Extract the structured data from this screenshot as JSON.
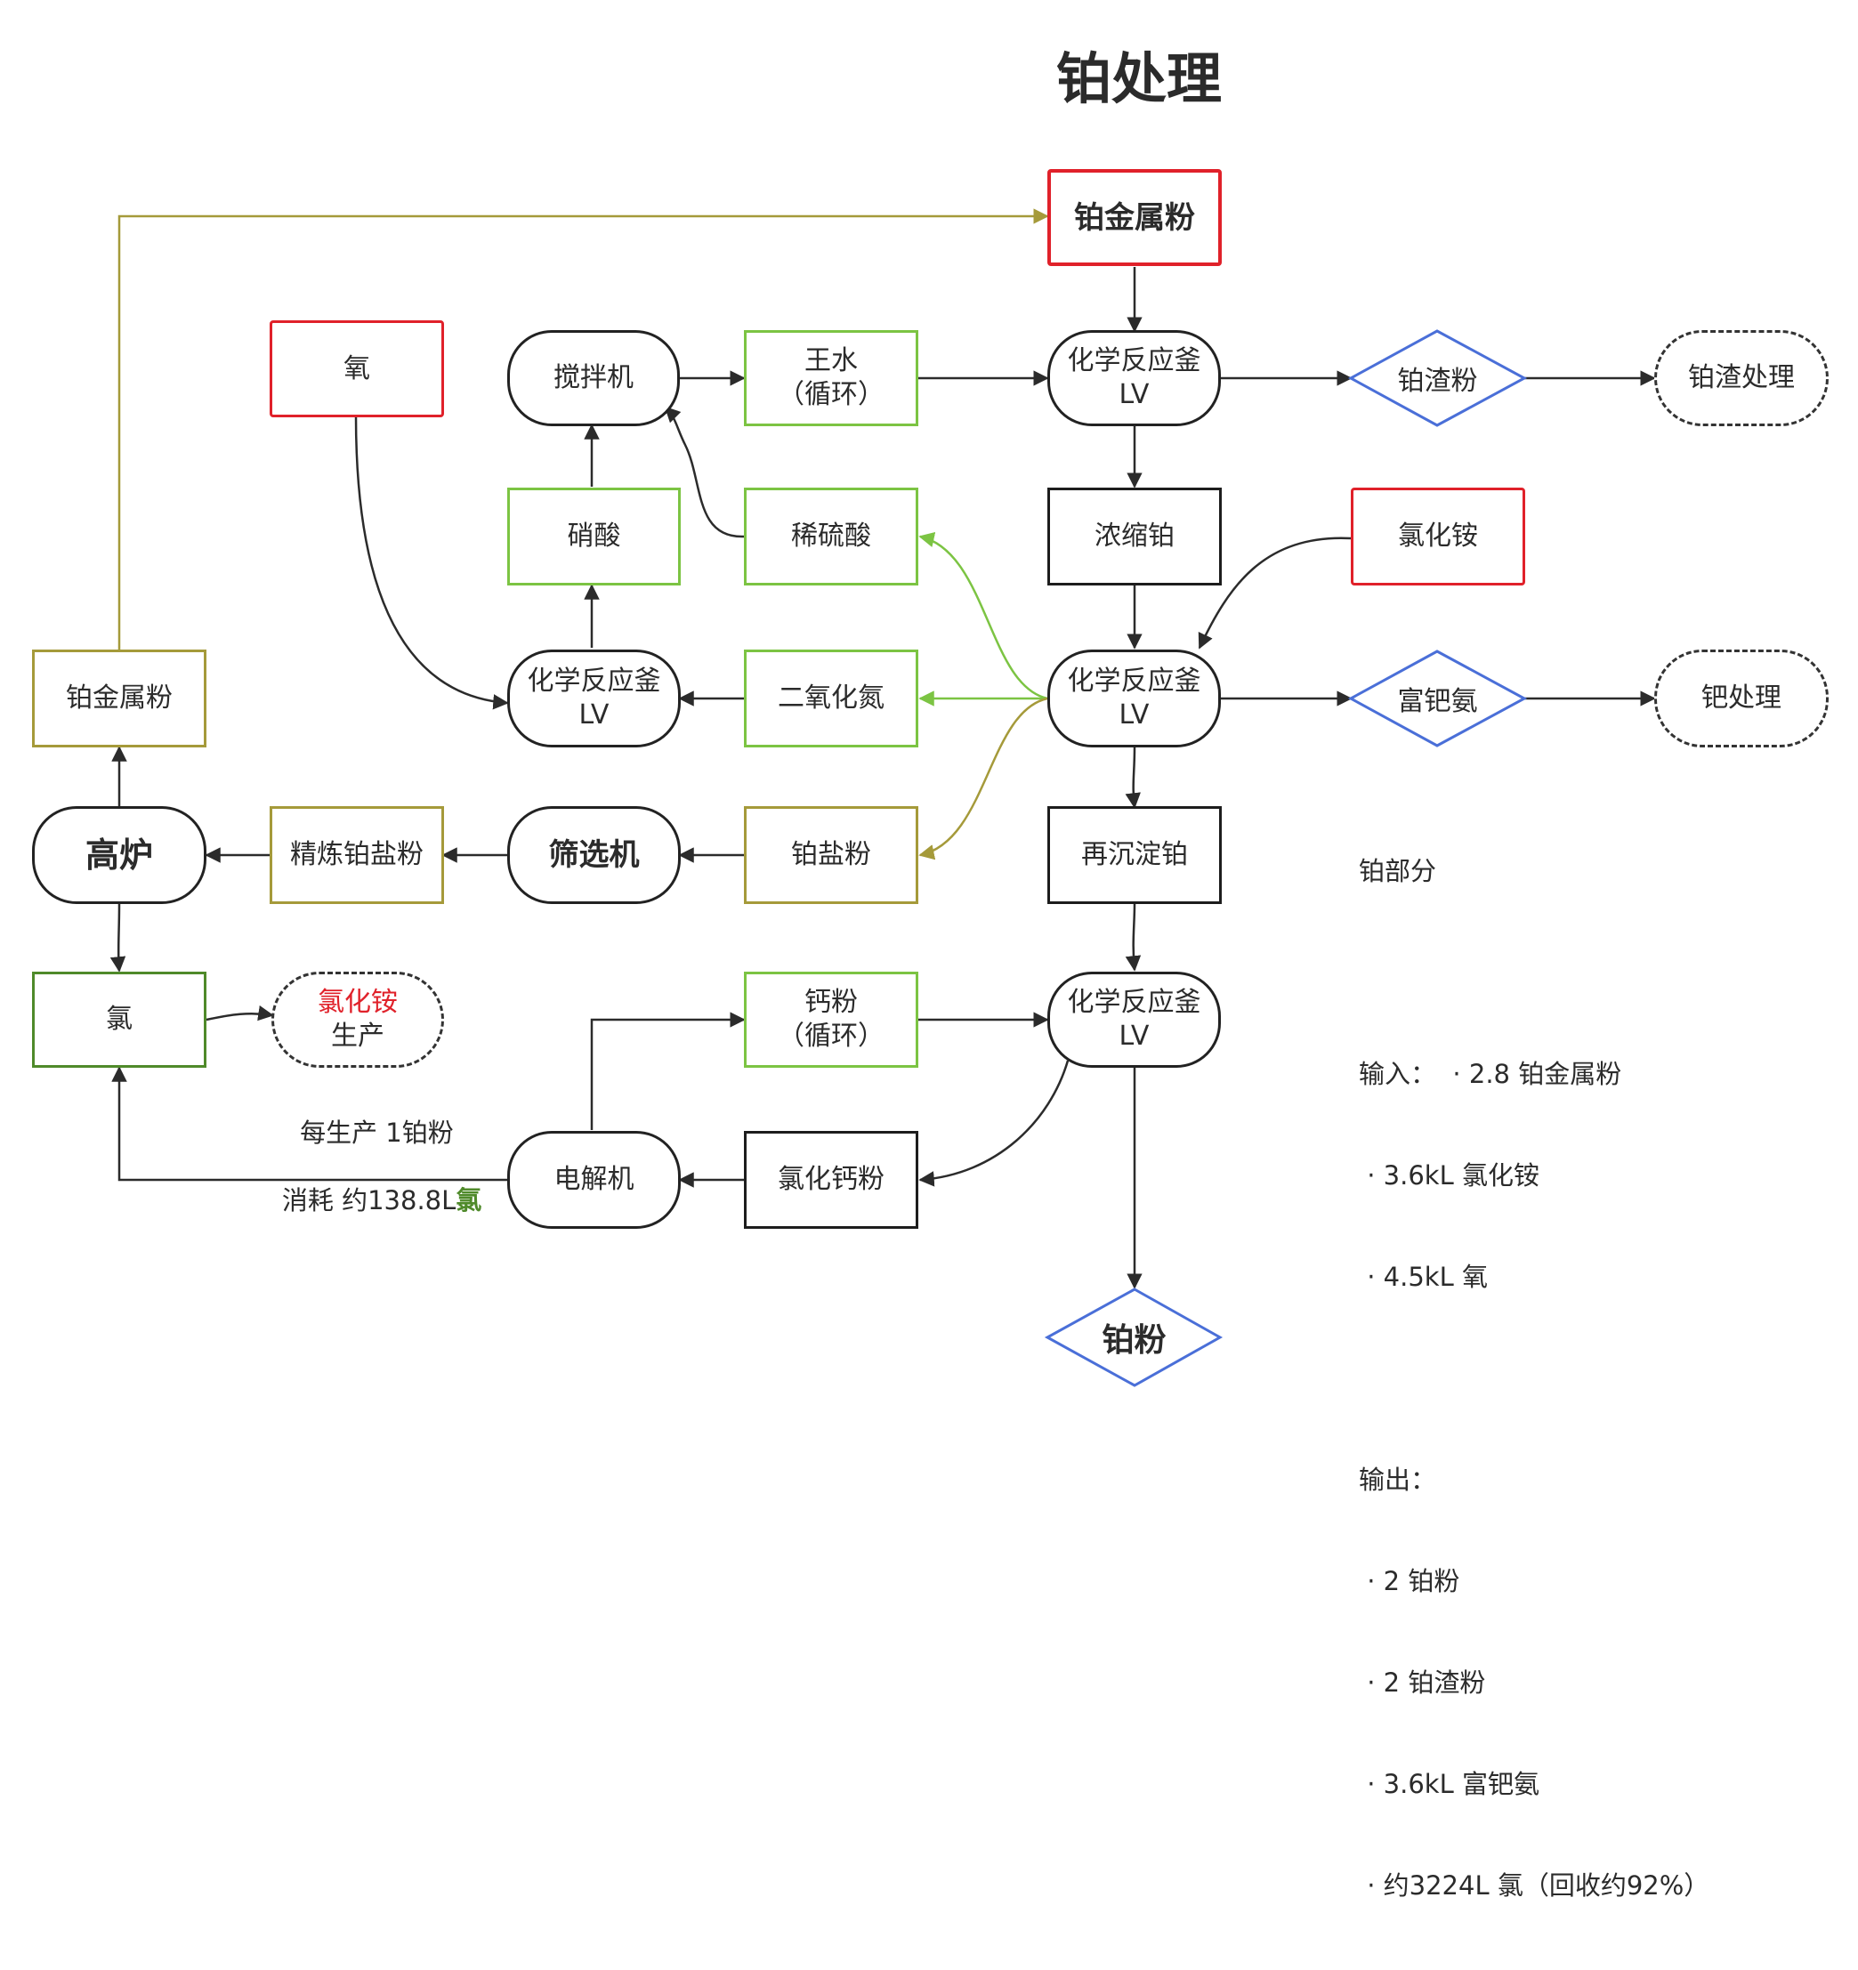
{
  "title": "铂处理",
  "nodes": {
    "pt_metal_top": "铂金属粉",
    "oxygen": "氧",
    "mixer": "搅拌机",
    "aqua_regia_1": "王水",
    "aqua_regia_2": "（循环）",
    "reactor1_1": "化学反应釜",
    "reactor1_2": "LV",
    "pt_residue": "铂渣粉",
    "pt_residue_proc": "铂渣处理",
    "nitric_acid": "硝酸",
    "dilute_sulfuric": "稀硫酸",
    "conc_pt": "浓缩铂",
    "ammonium_chloride": "氯化铵",
    "pt_metal_left": "铂金属粉",
    "reactor_left_1": "化学反应釜",
    "reactor_left_2": "LV",
    "no2": "二氧化氮",
    "reactor2_1": "化学反应釜",
    "reactor2_2": "LV",
    "pd_rich": "富钯氨",
    "pd_proc": "钯处理",
    "blast_furnace": "高炉",
    "refined_salt": "精炼铂盐粉",
    "sifter": "筛选机",
    "pt_salt": "铂盐粉",
    "reprecip": "再沉淀铂",
    "chlorine": "氯",
    "nh4cl_prod_1": "氯化铵",
    "nh4cl_prod_2": "生产",
    "ca_powder_1": "钙粉",
    "ca_powder_2": "（循环）",
    "reactor3_1": "化学反应釜",
    "reactor3_2": "LV",
    "electrolyzer": "电解机",
    "cacl2": "氯化钙粉",
    "pt_powder": "铂粉"
  },
  "consume_note": {
    "line1": "每生产 1铂粉",
    "line2_prefix": "消耗 约138.8L",
    "line2_highlight": "氯"
  },
  "summary": {
    "heading": "铂部分",
    "input_label": "输入：  · 2.8 铂金属粉",
    "inputs": [
      " · 3.6kL 氯化铵",
      " · 4.5kL 氧"
    ],
    "output_label": "输出：",
    "outputs": [
      " · 2 铂粉",
      " · 2 铂渣粉",
      " · 3.6kL 富钯氨",
      " · 约3224L 氯（回收约92%）"
    ]
  },
  "colors": {
    "red": "#e0212a",
    "green": "#7cc443",
    "olive": "#a59a3a",
    "dark_green": "#4f8a2a",
    "blue": "#4a6fd8",
    "arrow": "#2b2b2b"
  }
}
